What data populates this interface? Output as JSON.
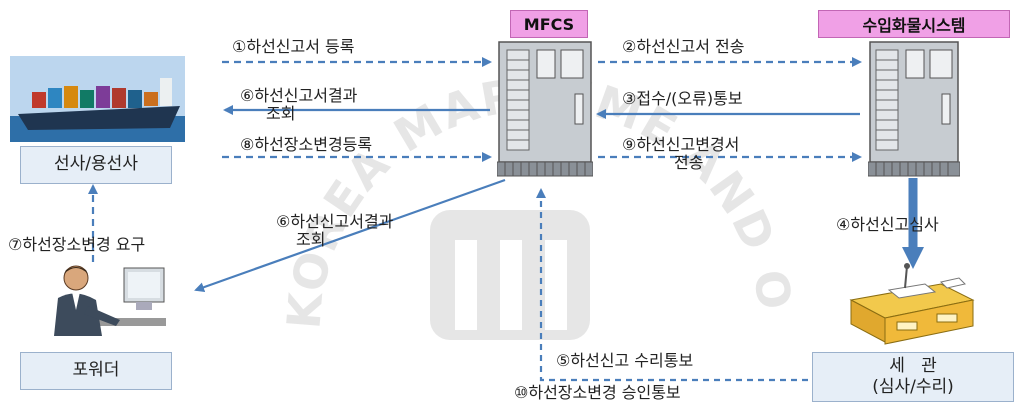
{
  "nodes": {
    "mfcs": "MFCS",
    "import_system": "수입화물시스템",
    "shipping_line": "선사/용선사",
    "forwarder": "포워더",
    "customs_line1": "세   관",
    "customs_line2": "(심사/수리)"
  },
  "labels": {
    "l1": "①하선신고서 등록",
    "l2": "②하선신고서 전송",
    "l3": "③접수/(오류)통보",
    "l4": "④하선신고심사",
    "l5": "⑤하선신고 수리통보",
    "l6a_line1": "⑥하선신고서결과",
    "l6a_line2": "조회",
    "l6b_line1": "⑥하선신고서결과",
    "l6b_line2": "조회",
    "l7": "⑦하선장소변경 요구",
    "l8": "⑧하선장소변경등록",
    "l9_line1": "⑨하선신고변경서",
    "l9_line2": "전송",
    "l10": "⑩하선장소변경 승인통보"
  },
  "watermark": {
    "text": "KOREA MARITIME AND OCEAN UNIVERSITY"
  },
  "colors": {
    "arrow": "#4a7ebb",
    "box": "#e6eef7",
    "tag": "#f0a0e6"
  },
  "icons": {
    "ship": "container-ship-icon",
    "server": "server-tower-icon",
    "person": "person-at-computer-icon",
    "desk": "desk-icon"
  }
}
